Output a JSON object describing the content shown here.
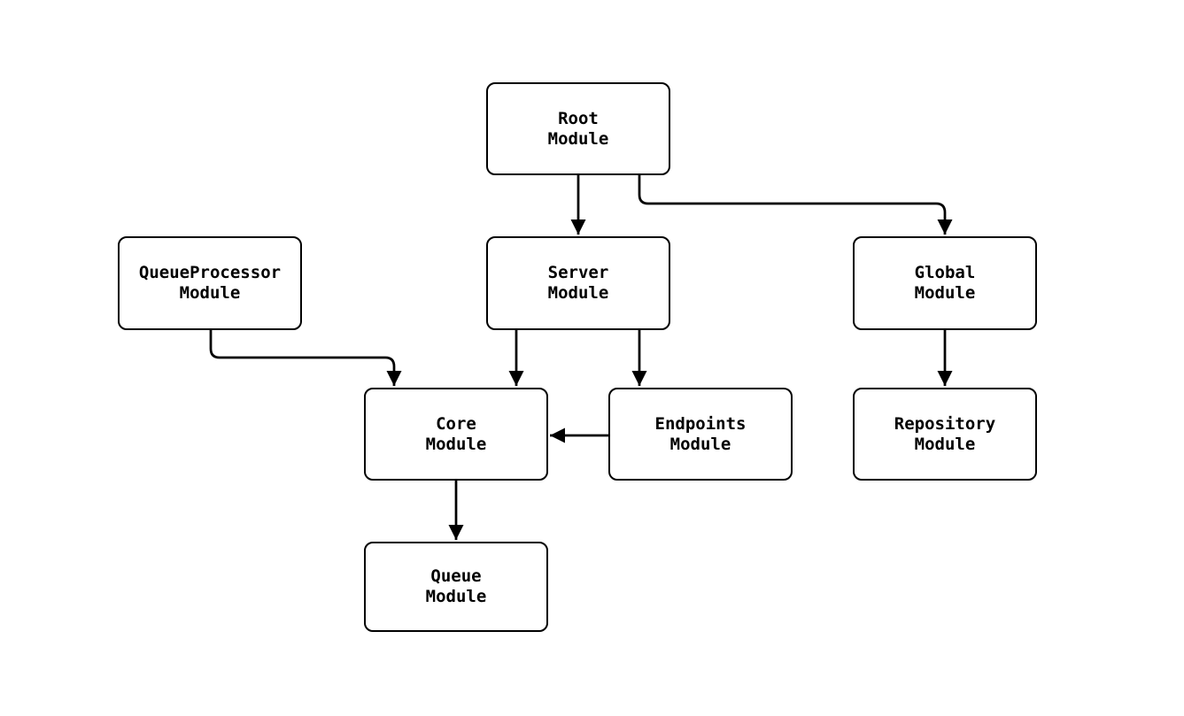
{
  "diagram": {
    "type": "flowchart",
    "background_color": "#ffffff",
    "stroke_color": "#000000",
    "nodes": [
      {
        "id": "root",
        "label": "Root\nModule"
      },
      {
        "id": "queueprocessor",
        "label": "QueueProcessor\nModule"
      },
      {
        "id": "server",
        "label": "Server\nModule"
      },
      {
        "id": "global",
        "label": "Global\nModule"
      },
      {
        "id": "core",
        "label": "Core\nModule"
      },
      {
        "id": "endpoints",
        "label": "Endpoints\nModule"
      },
      {
        "id": "repository",
        "label": "Repository\nModule"
      },
      {
        "id": "queue",
        "label": "Queue\nModule"
      }
    ],
    "edges": [
      {
        "from": "root",
        "to": "server"
      },
      {
        "from": "root",
        "to": "global"
      },
      {
        "from": "queueprocessor",
        "to": "core"
      },
      {
        "from": "server",
        "to": "core"
      },
      {
        "from": "server",
        "to": "endpoints"
      },
      {
        "from": "endpoints",
        "to": "core"
      },
      {
        "from": "global",
        "to": "repository"
      },
      {
        "from": "core",
        "to": "queue"
      }
    ]
  }
}
